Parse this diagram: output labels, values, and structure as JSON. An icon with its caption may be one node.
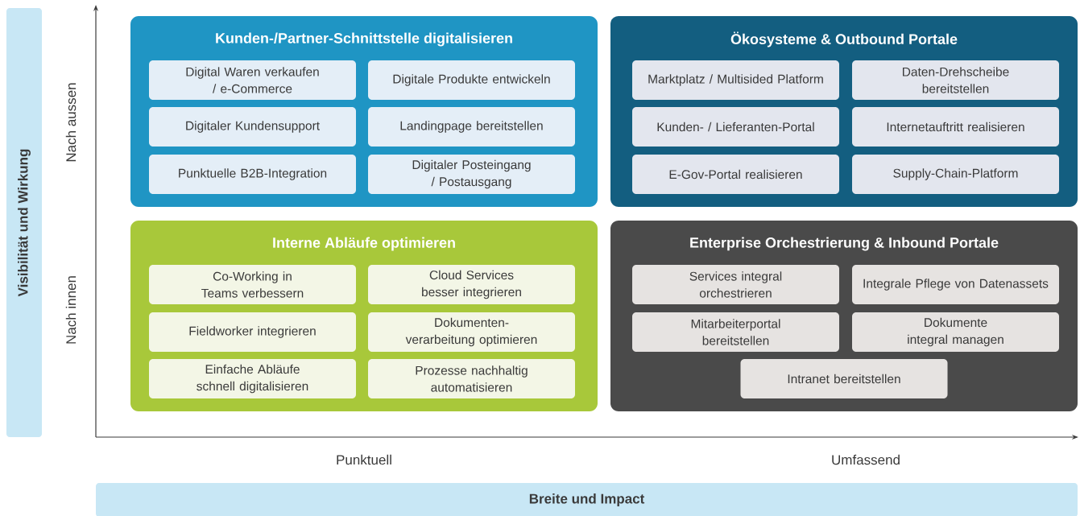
{
  "diagram": {
    "nodes": [
      {
        "text": [
          "Visibilität und Wirkung"
        ]
      },
      {
        "text": [
          "Breite und Impact"
        ]
      },
      {
        "text": [
          "Kunden-/Partner-Schnittstelle digitalisieren"
        ]
      },
      {
        "text": [
          "Digital Waren verkaufen / e-Commerce"
        ],
        "in": 2
      },
      {
        "text": [
          "Digitale Produkte entwickeln"
        ],
        "in": 2
      },
      {
        "text": [
          "Digitaler Kundensupport"
        ],
        "in": 2
      },
      {
        "text": [
          "Landingpage bereitstellen"
        ],
        "in": 2
      },
      {
        "text": [
          "Punktuelle B2B-Integration"
        ],
        "in": 2
      },
      {
        "text": [
          "Digitaler Posteingang / Postausgang"
        ],
        "in": 2
      },
      {
        "text": [
          "Ökosysteme & Outbound Portale"
        ]
      },
      {
        "text": [
          "Marktplatz / Multisided Platform"
        ],
        "in": 9
      },
      {
        "text": [
          "Daten-Drehscheibe bereitstellen"
        ],
        "in": 9
      },
      {
        "text": [
          "Kunden- / Lieferanten-Portal"
        ],
        "in": 9
      },
      {
        "text": [
          "Internetauftritt realisieren"
        ],
        "in": 9
      },
      {
        "text": [
          "E-Gov-Portal realisieren"
        ],
        "in": 9
      },
      {
        "text": [
          "Supply-Chain-Platform"
        ],
        "in": 9
      },
      {
        "text": [
          "Interne Abläufe optimieren"
        ]
      },
      {
        "text": [
          "Co-Working in Teams verbessern"
        ],
        "in": 16
      },
      {
        "text": [
          "Cloud Services besser integrieren"
        ],
        "in": 16
      },
      {
        "text": [
          "Fieldworker integrieren"
        ],
        "in": 16
      },
      {
        "text": [
          "Dokumenten- verarbeitung optimieren"
        ],
        "in": 16
      },
      {
        "text": [
          "Einfache Abläufe schnell digitalisieren"
        ],
        "in": 16
      },
      {
        "text": [
          "Prozesse nachhaltig automatisieren"
        ],
        "in": 16
      },
      {
        "text": [
          "Enterprise Orchestrierung & Inbound Portale"
        ]
      },
      {
        "text": [
          "Services integral orchestrieren"
        ],
        "in": 23
      },
      {
        "text": [
          "Integrale Pflege von Datenassets"
        ],
        "in": 23
      },
      {
        "text": [
          "Mitarbeiterportal bereitstellen"
        ],
        "in": 23
      },
      {
        "text": [
          "Dokumente integral managen"
        ],
        "in": 23
      },
      {
        "text": [
          "Intranet bereitstellen"
        ],
        "in": 23
      }
    ],
    "labels": [
      "Nach aussen",
      "Nach innen",
      "Punktuell",
      "Umfassend"
    ]
  }
}
